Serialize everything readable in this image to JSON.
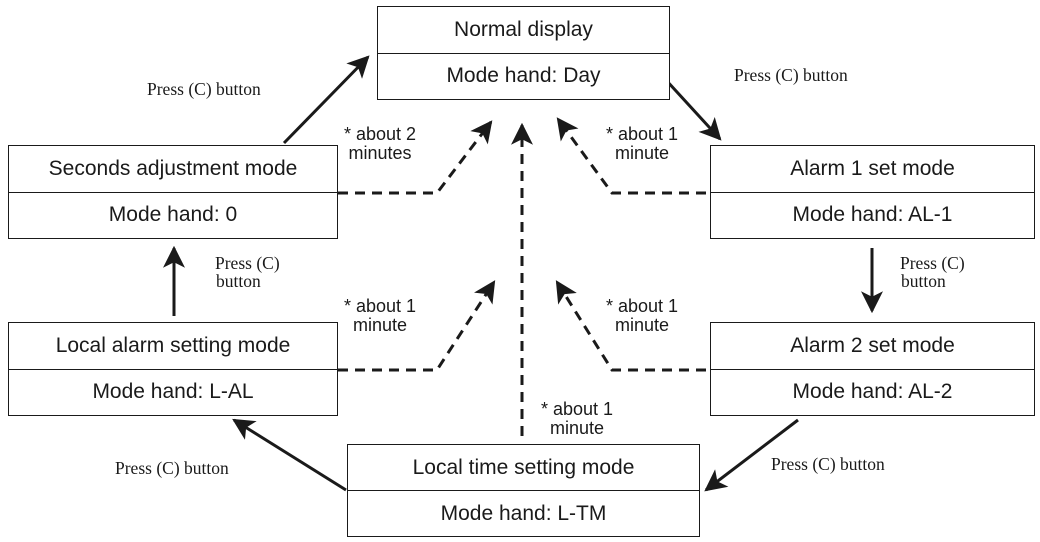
{
  "colors": {
    "ink": "#1a1a1a",
    "background": "#ffffff"
  },
  "modes": {
    "normal": {
      "name": "Normal display",
      "hand": "Mode hand: Day"
    },
    "alarm1": {
      "name": "Alarm 1 set mode",
      "hand": "Mode hand: AL-1"
    },
    "alarm2": {
      "name": "Alarm 2 set mode",
      "hand": "Mode hand: AL-2"
    },
    "localtime": {
      "name": "Local time setting mode",
      "hand": "Mode hand: L-TM"
    },
    "localalarm": {
      "name": "Local alarm setting mode",
      "hand": "Mode hand: L-AL"
    },
    "seconds": {
      "name": "Seconds adjustment mode",
      "hand": "Mode hand: 0"
    }
  },
  "transitions": {
    "press_c_button": "Press (C) button",
    "press_c": "Press (C)",
    "button": "button"
  },
  "timeouts": {
    "about_1": "* about 1",
    "about_2": "* about 2",
    "minute": "minute",
    "minutes": "minutes"
  }
}
